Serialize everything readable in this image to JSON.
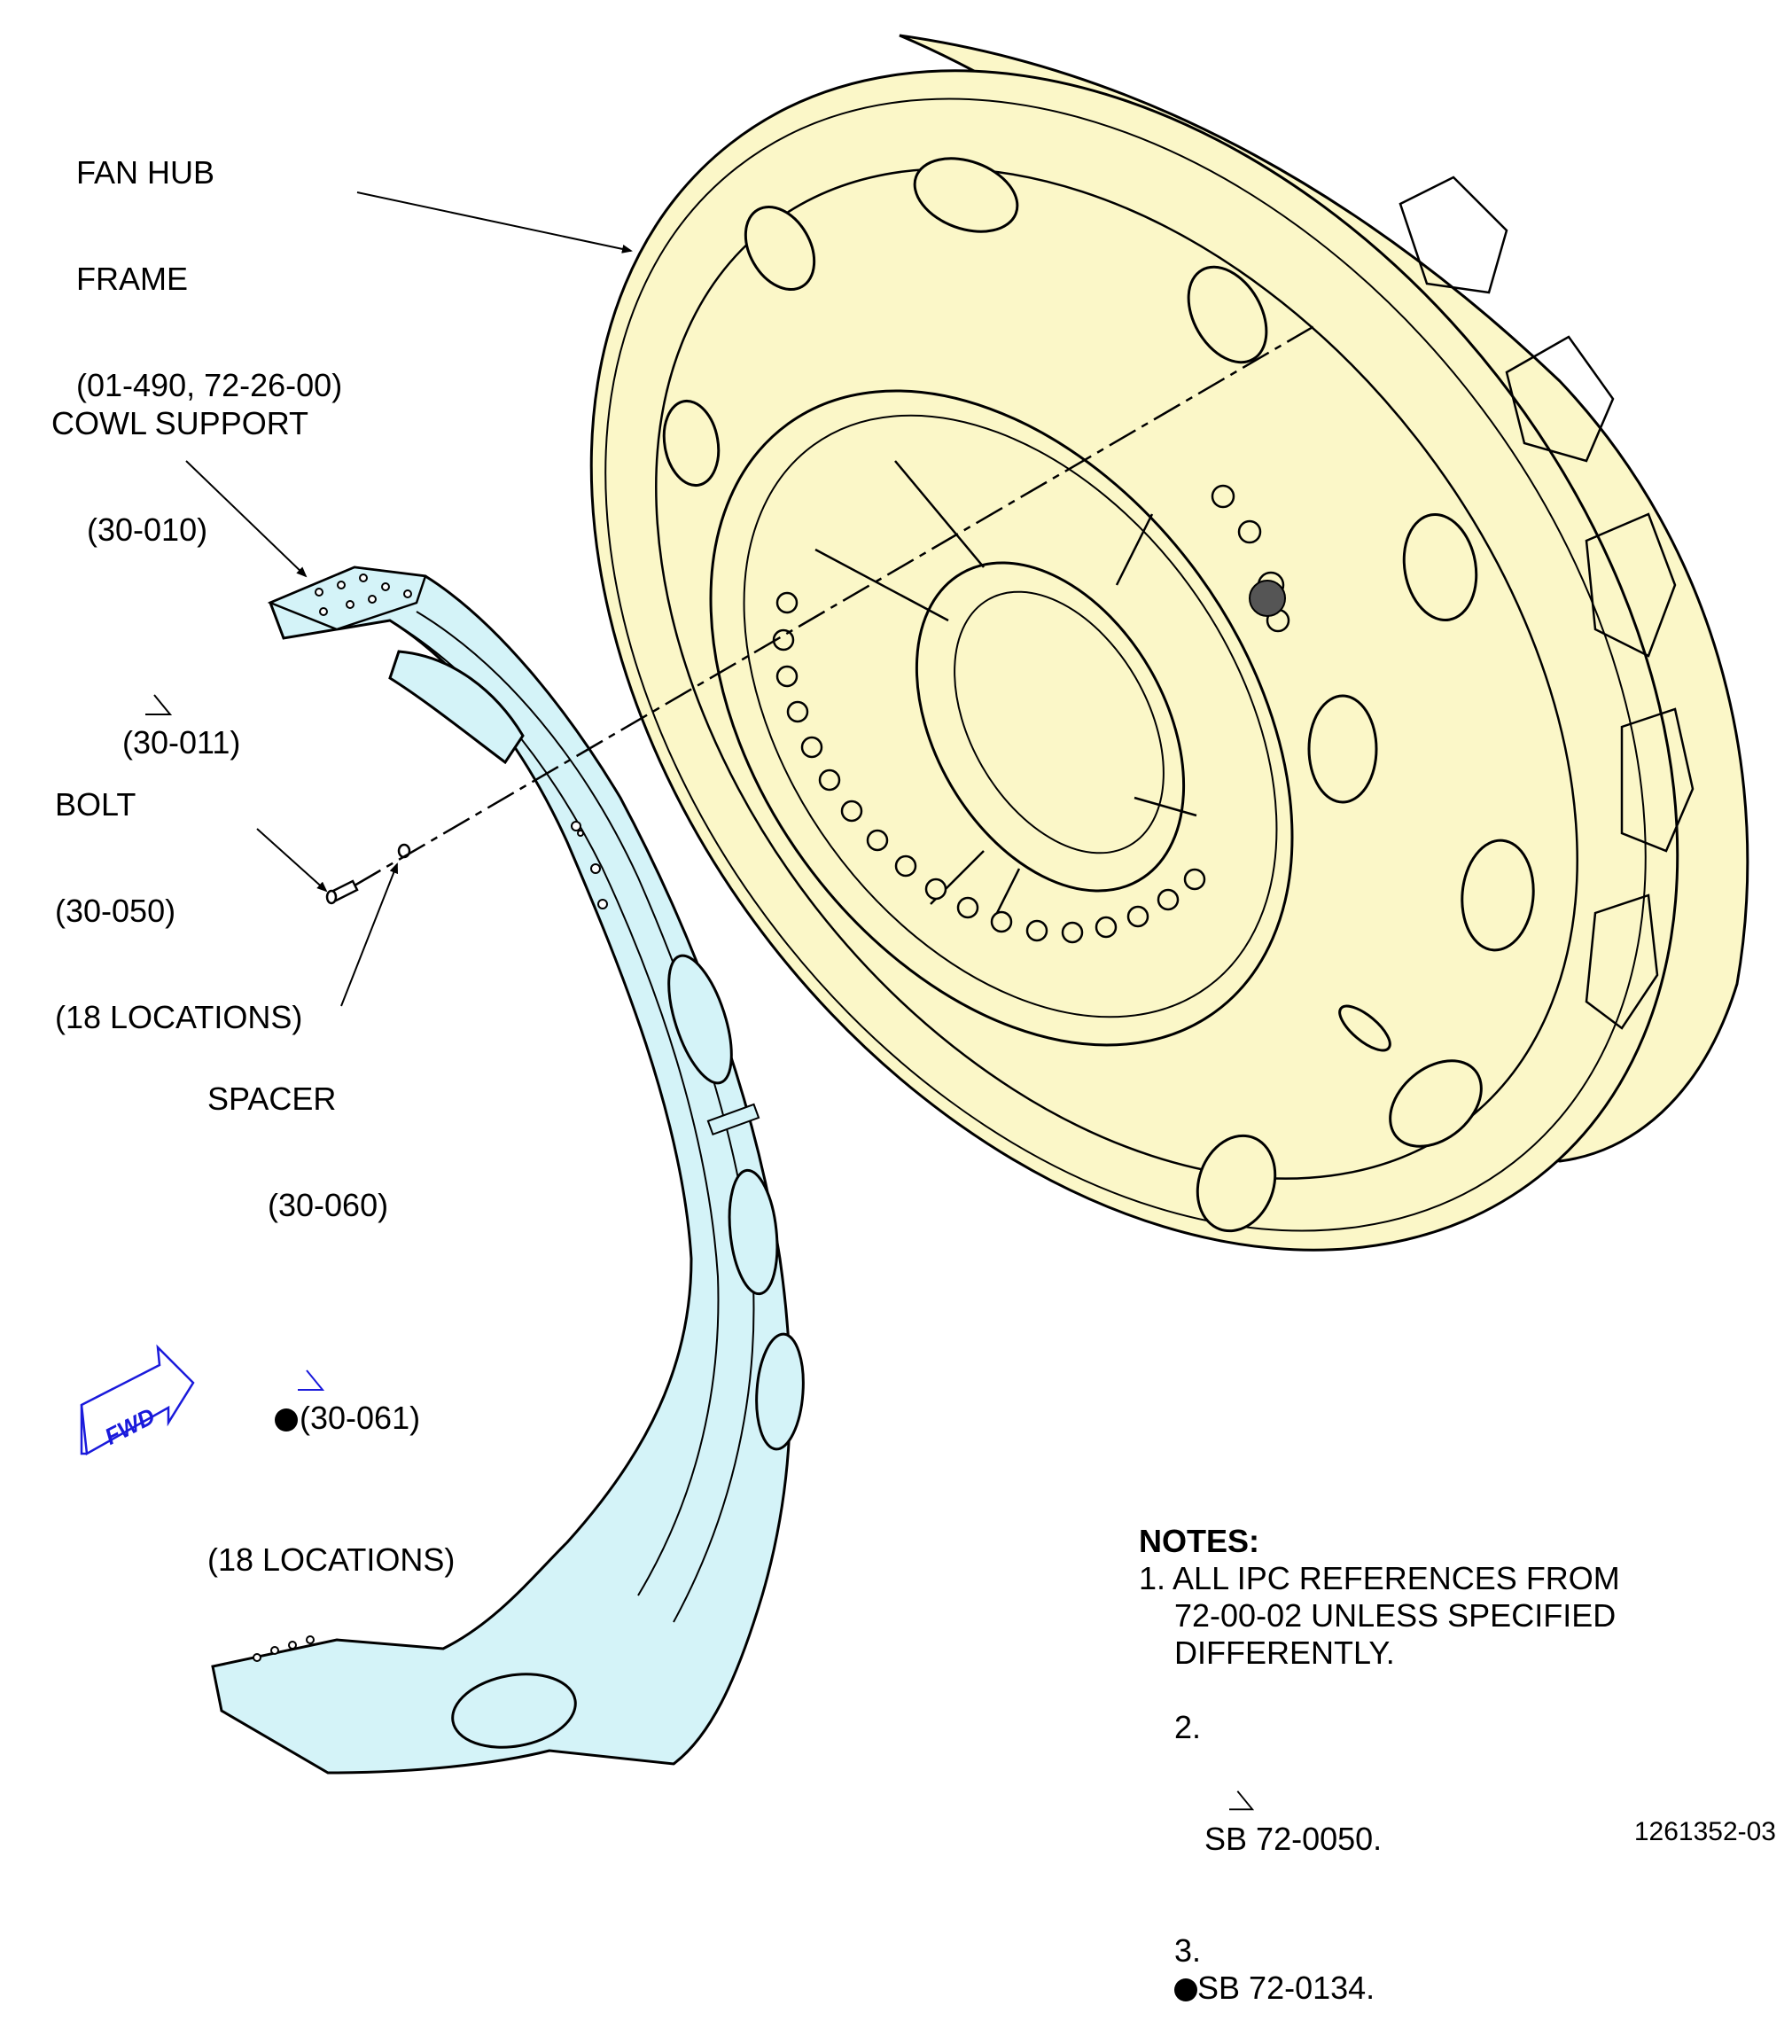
{
  "callouts": {
    "fan_hub_frame": {
      "line1": "FAN HUB",
      "line2": "FRAME",
      "line3": "(01-490, 72-26-00)"
    },
    "cowl_support": {
      "line1": "COWL SUPPORT",
      "line2": "(30-010)",
      "line3": "(30-011)"
    },
    "bolt": {
      "line1": "BOLT",
      "line2": "(30-050)",
      "line3": "(18 LOCATIONS)"
    },
    "spacer": {
      "line1": "SPACER",
      "line2": "(30-060)",
      "line3": "(30-061)",
      "line4": "(18 LOCATIONS)"
    }
  },
  "fwd_arrow": {
    "label": "FWD"
  },
  "notes": {
    "title": "NOTES:",
    "n1_a": "1. ALL IPC REFERENCES FROM",
    "n1_b": "72-00-02 UNLESS SPECIFIED",
    "n1_c": "DIFFERENTLY.",
    "n2_num": "2.",
    "n2_text": "SB 72-0050.",
    "n3_num": "3.",
    "n3_text": "SB 72-0134."
  },
  "drawing_id": "1261352-03",
  "colors": {
    "fan_hub_fill": "#fbf7c8",
    "cowl_support_fill": "#d4f3f8",
    "fwd_arrow": "#1a1adb",
    "line": "#000000"
  },
  "icons": {
    "revision_mark": "flag-triangle-icon",
    "sb_mark": "filled-circle-icon"
  }
}
